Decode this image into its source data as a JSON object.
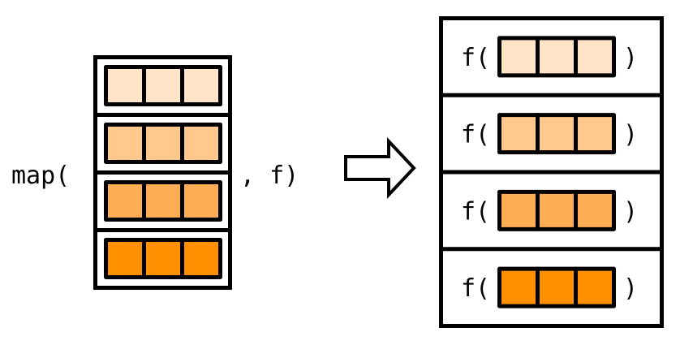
{
  "left_expression": {
    "prefix": "map(",
    "suffix": ", f)"
  },
  "right_expression": {
    "call_prefix": "f(",
    "call_suffix": ")"
  },
  "elements": [
    {
      "name": "element-1",
      "color": "#FFE4C8",
      "cells": 3
    },
    {
      "name": "element-2",
      "color": "#FFC88C",
      "cells": 3
    },
    {
      "name": "element-3",
      "color": "#FFAD55",
      "cells": 3
    },
    {
      "name": "element-4",
      "color": "#FF9100",
      "cells": 3
    }
  ],
  "arrow": {
    "icon": "right-arrow-icon"
  }
}
